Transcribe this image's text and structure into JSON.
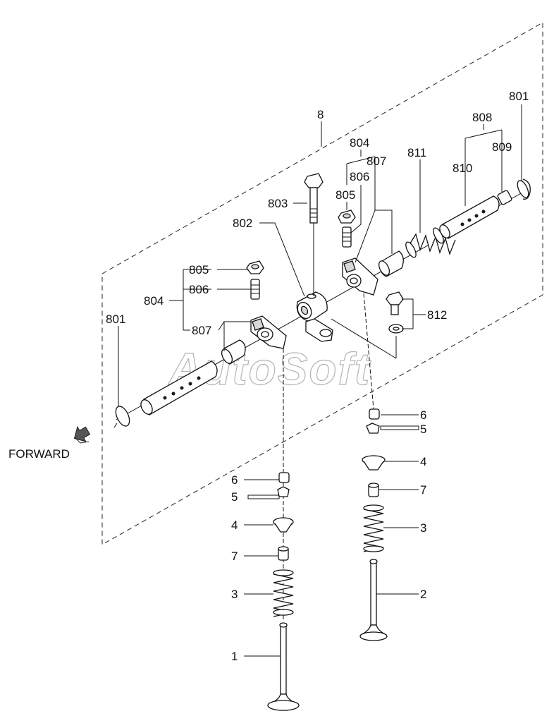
{
  "labels": {
    "l8": "8",
    "l801_right": "801",
    "l808": "808",
    "l809": "809",
    "l810": "810",
    "l811": "811",
    "l804_top": "804",
    "l807_top": "807",
    "l806_top": "806",
    "l805_top": "805",
    "l803": "803",
    "l802": "802",
    "l805_left": "805",
    "l806_left": "806",
    "l804_left": "804",
    "l807_left": "807",
    "l801_left": "801",
    "l812": "812",
    "r6": "6",
    "r5": "5",
    "r4": "4",
    "r7": "7",
    "r3": "3",
    "r2": "2",
    "c6": "6",
    "c5": "5",
    "c4": "4",
    "c7": "7",
    "c3": "3",
    "c1": "1"
  },
  "forward_label": "FORWARD",
  "watermark": "AutoSoft",
  "icons": {
    "forward": "forward-arrow-icon"
  }
}
